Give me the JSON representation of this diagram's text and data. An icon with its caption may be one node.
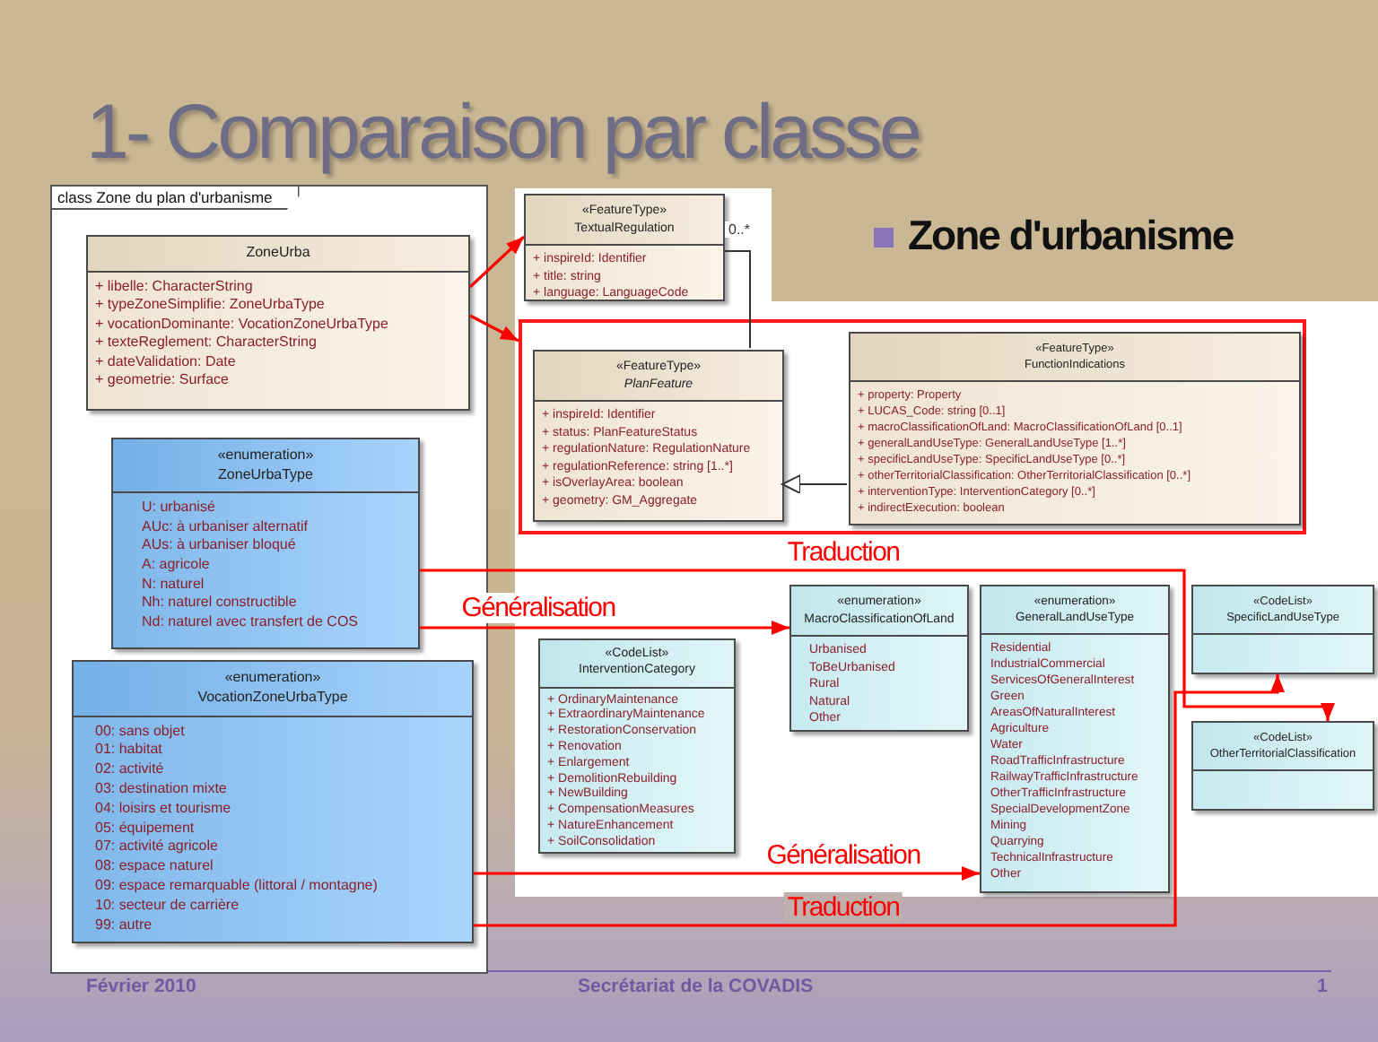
{
  "diagram": {
    "title": "1- Comparaison par classe",
    "nodes": [
      {
        "text": [
          "class Zone du plan d'urbanisme"
        ]
      },
      {
        "text": [
          "ZoneUrba",
          "+ libelle: CharacterString",
          "+ typeZoneSimplifie: ZoneUrbaType",
          "+ vocationDominante: VocationZoneUrbaType",
          "+ texteReglement: CharacterString",
          "+ dateValidation: Date",
          "+ geometrie: Surface"
        ],
        "in": 0
      },
      {
        "text": [
          "«enumeration»",
          "ZoneUrbaType",
          "U: urbanisé",
          "AUc: à urbaniser alternatif",
          "AUs: à urbaniser bloqué",
          "A: agricole",
          "N: naturel",
          "Nh: naturel constructible",
          "Nd: naturel avec transfert de COS"
        ],
        "in": 0
      },
      {
        "text": [
          "«enumeration»",
          "VocationZoneUrbaType",
          "00: sans objet",
          "01: habitat",
          "02: activité",
          "03: destination mixte",
          "04: loisirs et tourisme",
          "05: équipement",
          "07: activité agricole",
          "08: espace naturel",
          "09: espace remarquable (littoral / montagne)",
          "10: secteur de carrière",
          "99: autre"
        ],
        "in": 0
      },
      {
        "text": [
          "«FeatureType»",
          "TextualRegulation",
          "+ inspireId: Identifier",
          "+ title: string",
          "+ language: LanguageCode"
        ]
      },
      {
        "text": [],
        "shape": "box"
      },
      {
        "text": [
          "«FeatureType»",
          "PlanFeature",
          "+ inspireId: Identifier",
          "+ status: PlanFeatureStatus",
          "+ regulationNature: RegulationNature",
          "+ regulationReference: string [1..*]",
          "+ isOverlayArea: boolean",
          "+ geometry: GM_Aggregate"
        ],
        "in": 5
      },
      {
        "text": [
          "«FeatureType»",
          "FunctionIndications",
          "+ property: Property",
          "+ LUCAS_Code: string [0..1]",
          "+ macroClassificationOfLand: MacroClassificationOfLand [0..1]",
          "+ generalLandUseType: GeneralLandUseType [1..*]",
          "+ specificLandUseType: SpecificLandUseType [0..*]",
          "+ otherTerritorialClassification: OtherTerritorialClassification [0..*]",
          "+ interventionType: InterventionCategory [0..*]",
          "+ indirectExecution: boolean"
        ],
        "in": 5
      },
      {
        "text": [
          "«CodeList»",
          "InterventionCategory",
          "+ OrdinaryMaintenance",
          "+ ExtraordinaryMaintenance",
          "+ RestorationConservation",
          "+ Renovation",
          "+ Enlargement",
          "+ DemolitionRebuilding",
          "+ NewBuilding",
          "+ CompensationMeasures",
          "+ NatureEnhancement",
          "+ SoilConsolidation"
        ]
      },
      {
        "text": [
          "«enumeration»",
          "MacroClassificationOfLand",
          "Urbanised",
          "ToBeUrbanised",
          "Rural",
          "Natural",
          "Other"
        ]
      },
      {
        "text": [
          "«enumeration»",
          "GeneralLandUseType",
          "Residential",
          "IndustrialCommercial",
          "ServicesOfGeneralInterest",
          "Green",
          "AreasOfNaturalInterest",
          "Agriculture",
          "Water",
          "RoadTrafficInfrastructure",
          "RailwayTrafficInfrastructure",
          "OtherTrafficInfrastructure",
          "SpecialDevelopmentZone",
          "Mining",
          "Quarrying",
          "TechnicalInfrastructure",
          "Other"
        ]
      },
      {
        "text": [
          "«CodeList»",
          "SpecificLandUseType"
        ]
      },
      {
        "text": [
          "«CodeList»",
          "OtherTerritorialClassification"
        ]
      }
    ],
    "edges": [
      {
        "from": 1,
        "to": 4,
        "arrow": "to"
      },
      {
        "from": 1,
        "to": 5,
        "arrow": "to"
      },
      {
        "from": 4,
        "to": 6,
        "arrow": "none",
        "label": "0..*",
        "color": "#333333"
      },
      {
        "from": 7,
        "to": 6,
        "arrow": "to",
        "color": "#333333"
      },
      {
        "from": 2,
        "to": 12,
        "arrow": "to",
        "label": "Traduction"
      },
      {
        "from": 2,
        "to": 9,
        "arrow": "to",
        "label": "Généralisation"
      },
      {
        "from": 3,
        "to": 10,
        "arrow": "to",
        "label": "Généralisation"
      },
      {
        "from": 3,
        "to": 11,
        "arrow": "to",
        "label": "Traduction"
      }
    ],
    "labels": [
      "Zone d'urbanisme",
      "Février 2010",
      "Secrétariat de la COVADIS",
      "1"
    ]
  }
}
